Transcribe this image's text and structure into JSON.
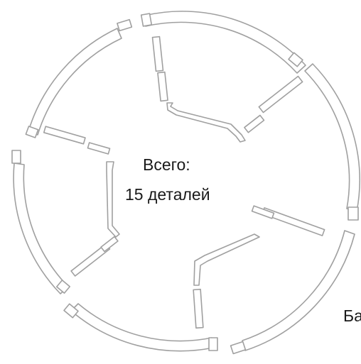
{
  "diagram": {
    "total_label": "Всего:",
    "total_count": "15 деталей",
    "edge_label": "Ба"
  }
}
